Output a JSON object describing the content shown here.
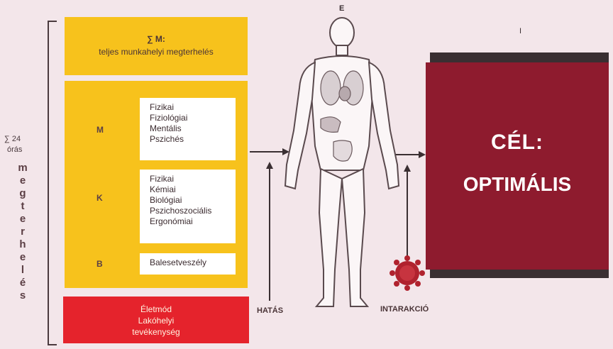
{
  "top_box": {
    "line1": "∑ M:",
    "line2": "teljes munkahelyi megterhelés"
  },
  "sidebar": {
    "sum_label": "∑ 24",
    "hours_label": "órás",
    "vertical_letters": [
      "m",
      "e",
      "g",
      "t",
      "e",
      "r",
      "h",
      "e",
      "l",
      "é",
      "s"
    ]
  },
  "groups": [
    {
      "letter": "M",
      "items": [
        "Fizikai",
        "Fiziológiai",
        "Mentális",
        "Pszichés"
      ]
    },
    {
      "letter": "K",
      "items": [
        "Fizikai",
        "Kémiai",
        "Biológiai",
        "Pszichoszociális",
        "Ergonómiai"
      ]
    },
    {
      "letter": "B",
      "items": [
        "Balesetveszély"
      ]
    }
  ],
  "red_box": {
    "lines": [
      "Életmód",
      "Lakóhelyi",
      "tevékenység"
    ]
  },
  "labels": {
    "hatas": "HATÁS",
    "interakcio": "INTARAKCIÓ",
    "e_marker": "E",
    "i_marker": "I"
  },
  "goal_box": {
    "line1": "CÉL:",
    "line2": "OPTIMÁLIS"
  },
  "colors": {
    "yellow": "#f7c21c",
    "red": "#e5232c",
    "maroon": "#8e1b2e",
    "dark_shadow": "#3a2f32",
    "background": "#f3e6ea"
  }
}
